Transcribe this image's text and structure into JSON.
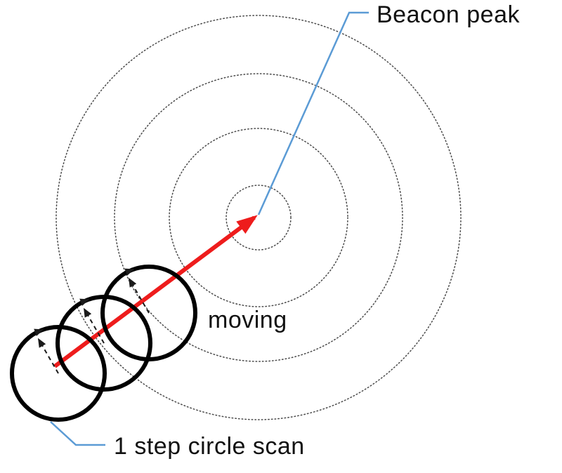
{
  "figure": {
    "labels": {
      "beacon_peak": "Beacon peak",
      "moving": "moving",
      "circle_scan": "1 step circle scan"
    },
    "colors": {
      "callout": "#5b9bd5",
      "arrow": "#ee1c1c",
      "scan_circle": "#000000",
      "contour": "#4a4a4a",
      "dashed": "#1a1a1a",
      "background": "#ffffff"
    }
  }
}
